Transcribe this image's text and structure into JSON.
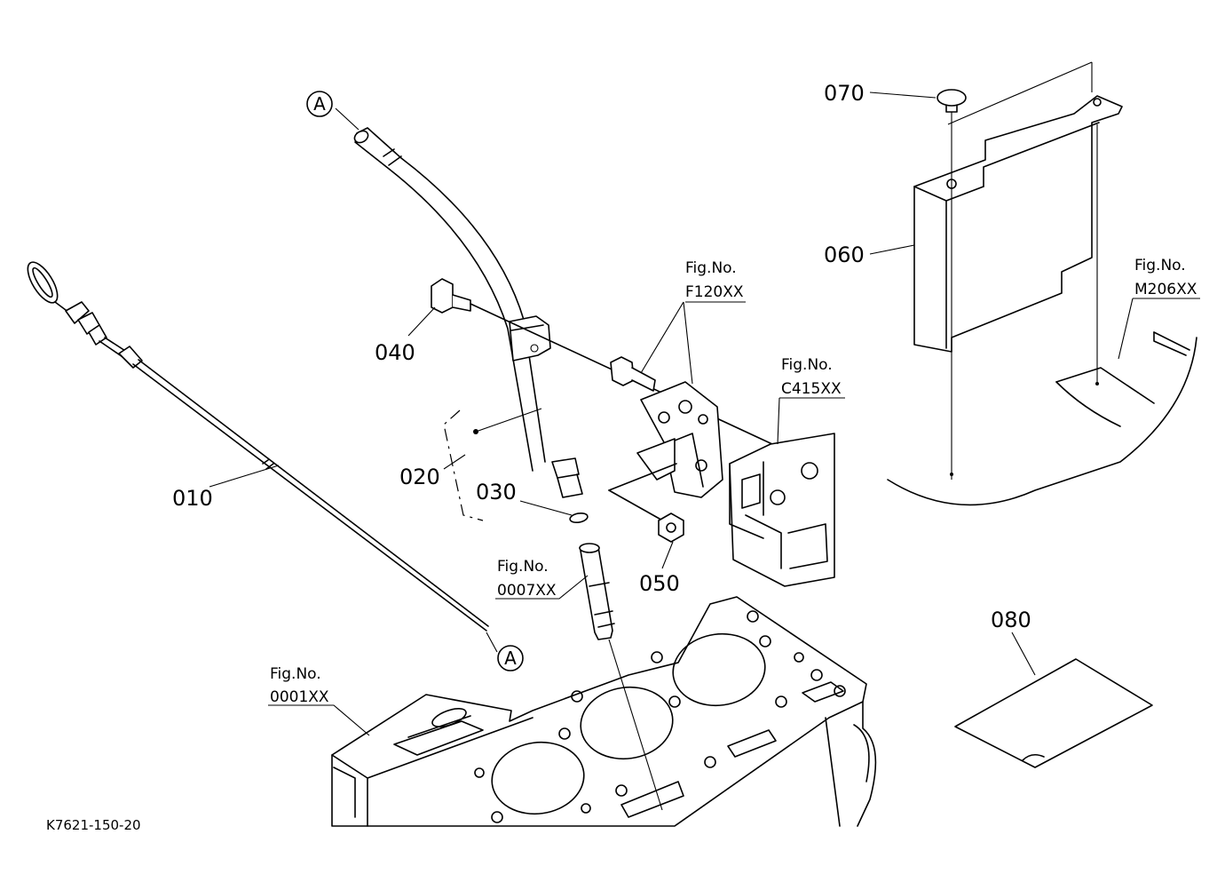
{
  "parts": {
    "p010": "010",
    "p020": "020",
    "p030": "030",
    "p040": "040",
    "p050": "050",
    "p060": "060",
    "p070": "070",
    "p080": "080"
  },
  "refs": {
    "f120": {
      "line1": "Fig.No.",
      "line2": "F120XX"
    },
    "c415": {
      "line1": "Fig.No.",
      "line2": "C415XX"
    },
    "m206": {
      "line1": "Fig.No.",
      "line2": "M206XX"
    },
    "n0007": {
      "line1": "Fig.No.",
      "line2": "0007XX"
    },
    "n0001": {
      "line1": "Fig.No.",
      "line2": "0001XX"
    }
  },
  "markers": {
    "a_top": "A",
    "a_bottom": "A"
  },
  "document_id": "K7621-150-20"
}
